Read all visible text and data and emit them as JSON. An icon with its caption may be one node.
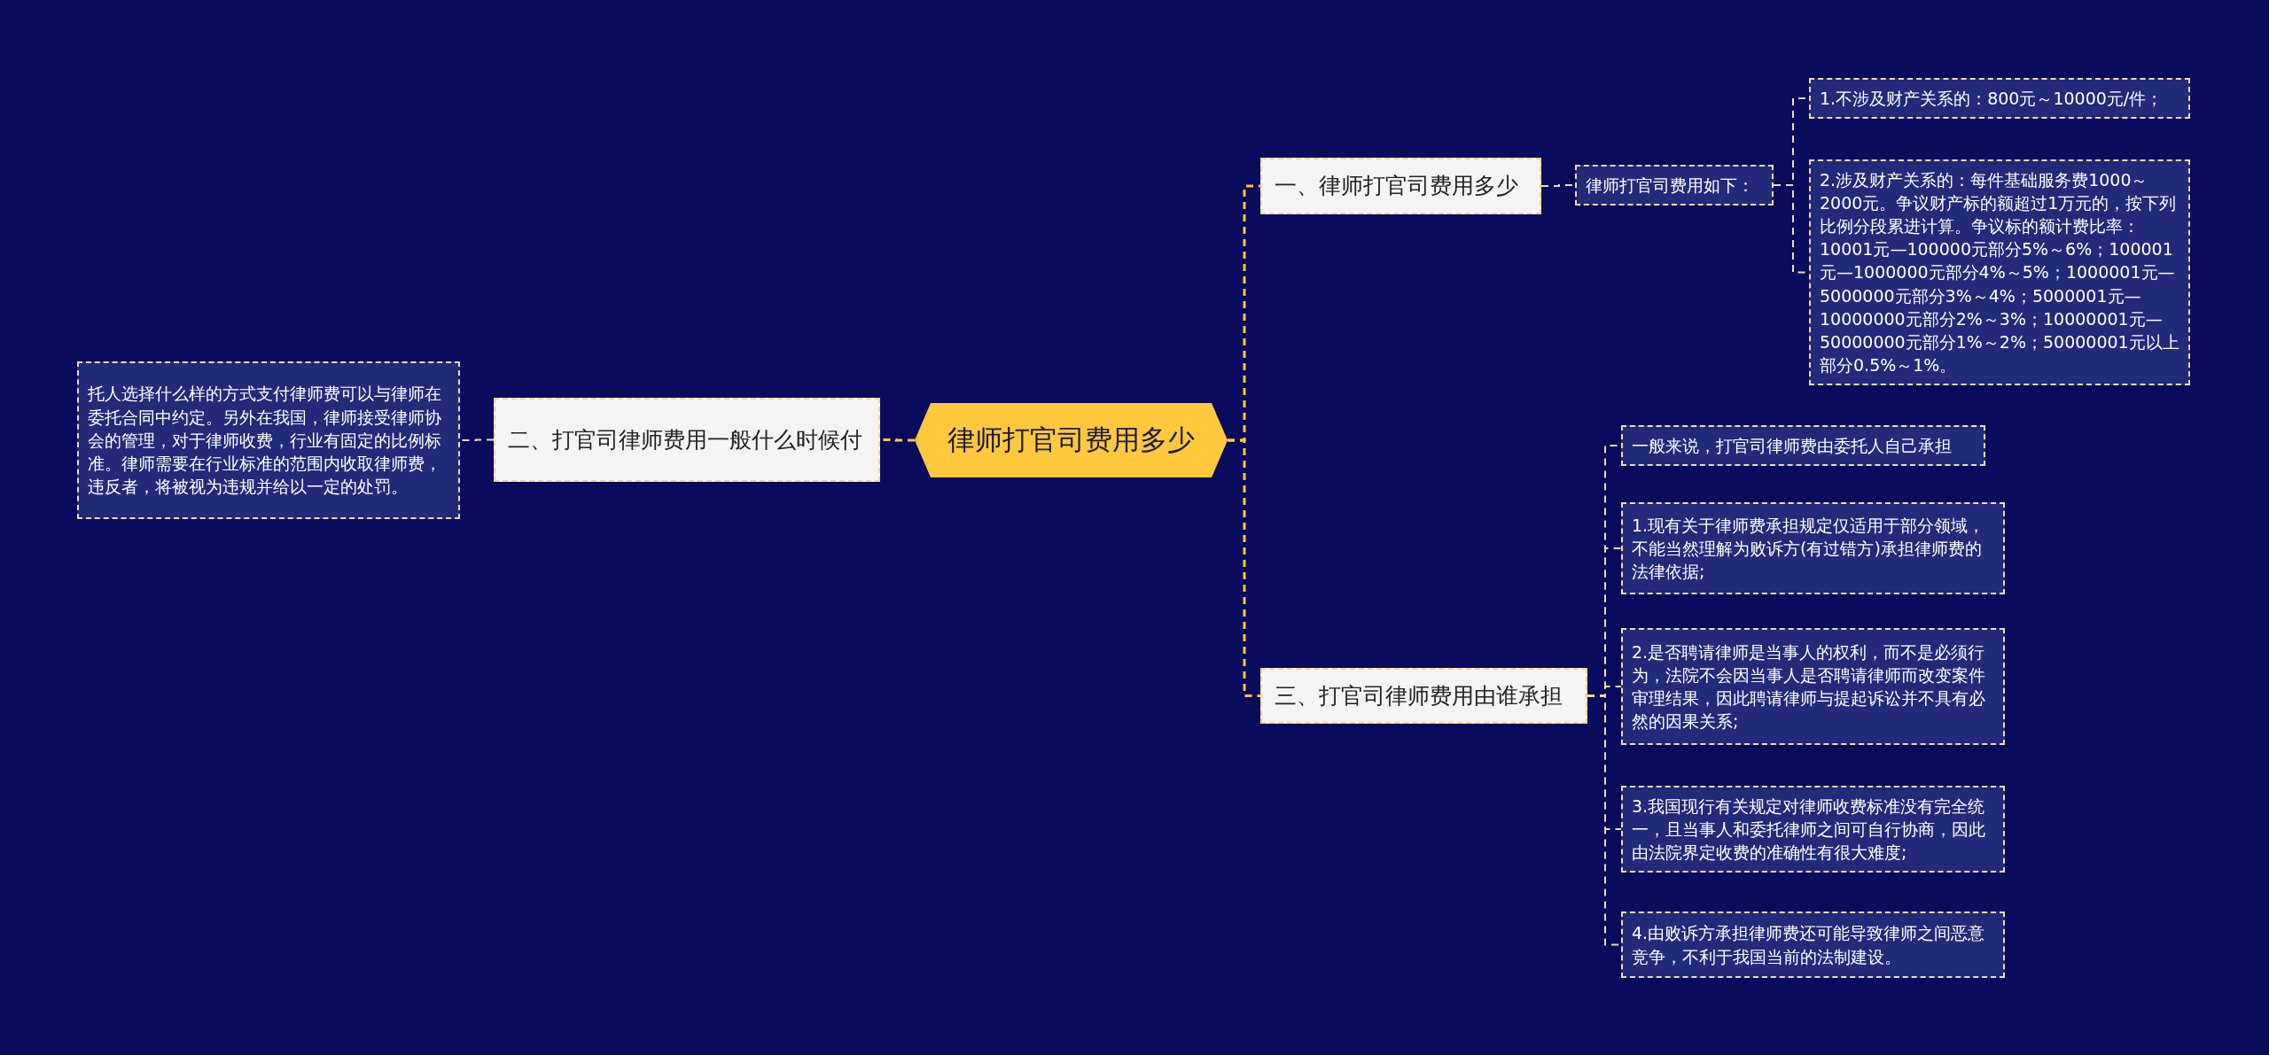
{
  "diagram": {
    "nodes": [
      {
        "text": [
          "律师打官司费用多少"
        ]
      },
      {
        "text": [
          "一、律师打官司费用多少"
        ]
      },
      {
        "text": [
          "律师打官司费用如下："
        ]
      },
      {
        "text": [
          "1.不涉及财产关系的：800元～10000元/件；"
        ]
      },
      {
        "text": [
          "2.涉及财产关系的：每件基础服务费1000～2000元。争议财产标的额超过1万元的，按下列比例分段累进计算。争议标的额计费比率：10001元—100000元部分5%～6%；100001元—1000000元部分4%～5%；1000001元—5000000元部分3%～4%；5000001元—10000000元部分2%～3%；10000001元—50000000元部分1%～2%；50000001元以上部分0.5%～1%。"
        ]
      },
      {
        "text": [
          "二、打官司律师费用一般什么时候付"
        ]
      },
      {
        "text": [
          "托人选择什么样的方式支付律师费可以与律师在委托合同中约定。另外在我国，律师接受律师协会的管理，对于律师收费，行业有固定的比例标准。律师需要在行业标准的范围内收取律师费，违反者，将被视为违规并给以一定的处罚。"
        ]
      },
      {
        "text": [
          "三、打官司律师费用由谁承担"
        ]
      },
      {
        "text": [
          "一般来说，打官司律师费由委托人自己承担"
        ]
      },
      {
        "text": [
          "1.现有关于律师费承担规定仅适用于部分领域，不能当然理解为败诉方(有过错方)承担律师费的法律依据;"
        ]
      },
      {
        "text": [
          "2.是否聘请律师是当事人的权利，而不是必须行为，法院不会因当事人是否聘请律师而改变案件审理结果，因此聘请律师与提起诉讼并不具有必然的因果关系;"
        ]
      },
      {
        "text": [
          "3.我国现行有关规定对律师收费标准没有完全统一，且当事人和委托律师之间可自行协商，因此由法院界定收费的准确性有很大难度;"
        ]
      },
      {
        "text": [
          "4.由败诉方承担律师费还可能导致律师之间恶意竞争，不利于我国当前的法制建设。"
        ]
      }
    ],
    "edges": [
      {
        "from": 0,
        "to": 1,
        "arrow": "none",
        "color": "#ffc83d"
      },
      {
        "from": 0,
        "to": 5,
        "arrow": "none",
        "color": "#ffc83d"
      },
      {
        "from": 0,
        "to": 7,
        "arrow": "none",
        "color": "#ffc83d"
      },
      {
        "from": 1,
        "to": 2,
        "arrow": "none"
      },
      {
        "from": 2,
        "to": 3,
        "arrow": "none"
      },
      {
        "from": 2,
        "to": 4,
        "arrow": "none"
      },
      {
        "from": 5,
        "to": 6,
        "arrow": "none"
      },
      {
        "from": 7,
        "to": 8,
        "arrow": "none"
      },
      {
        "from": 7,
        "to": 9,
        "arrow": "none"
      },
      {
        "from": 7,
        "to": 10,
        "arrow": "none"
      },
      {
        "from": 7,
        "to": 11,
        "arrow": "none"
      },
      {
        "from": 7,
        "to": 12,
        "arrow": "none"
      }
    ]
  }
}
